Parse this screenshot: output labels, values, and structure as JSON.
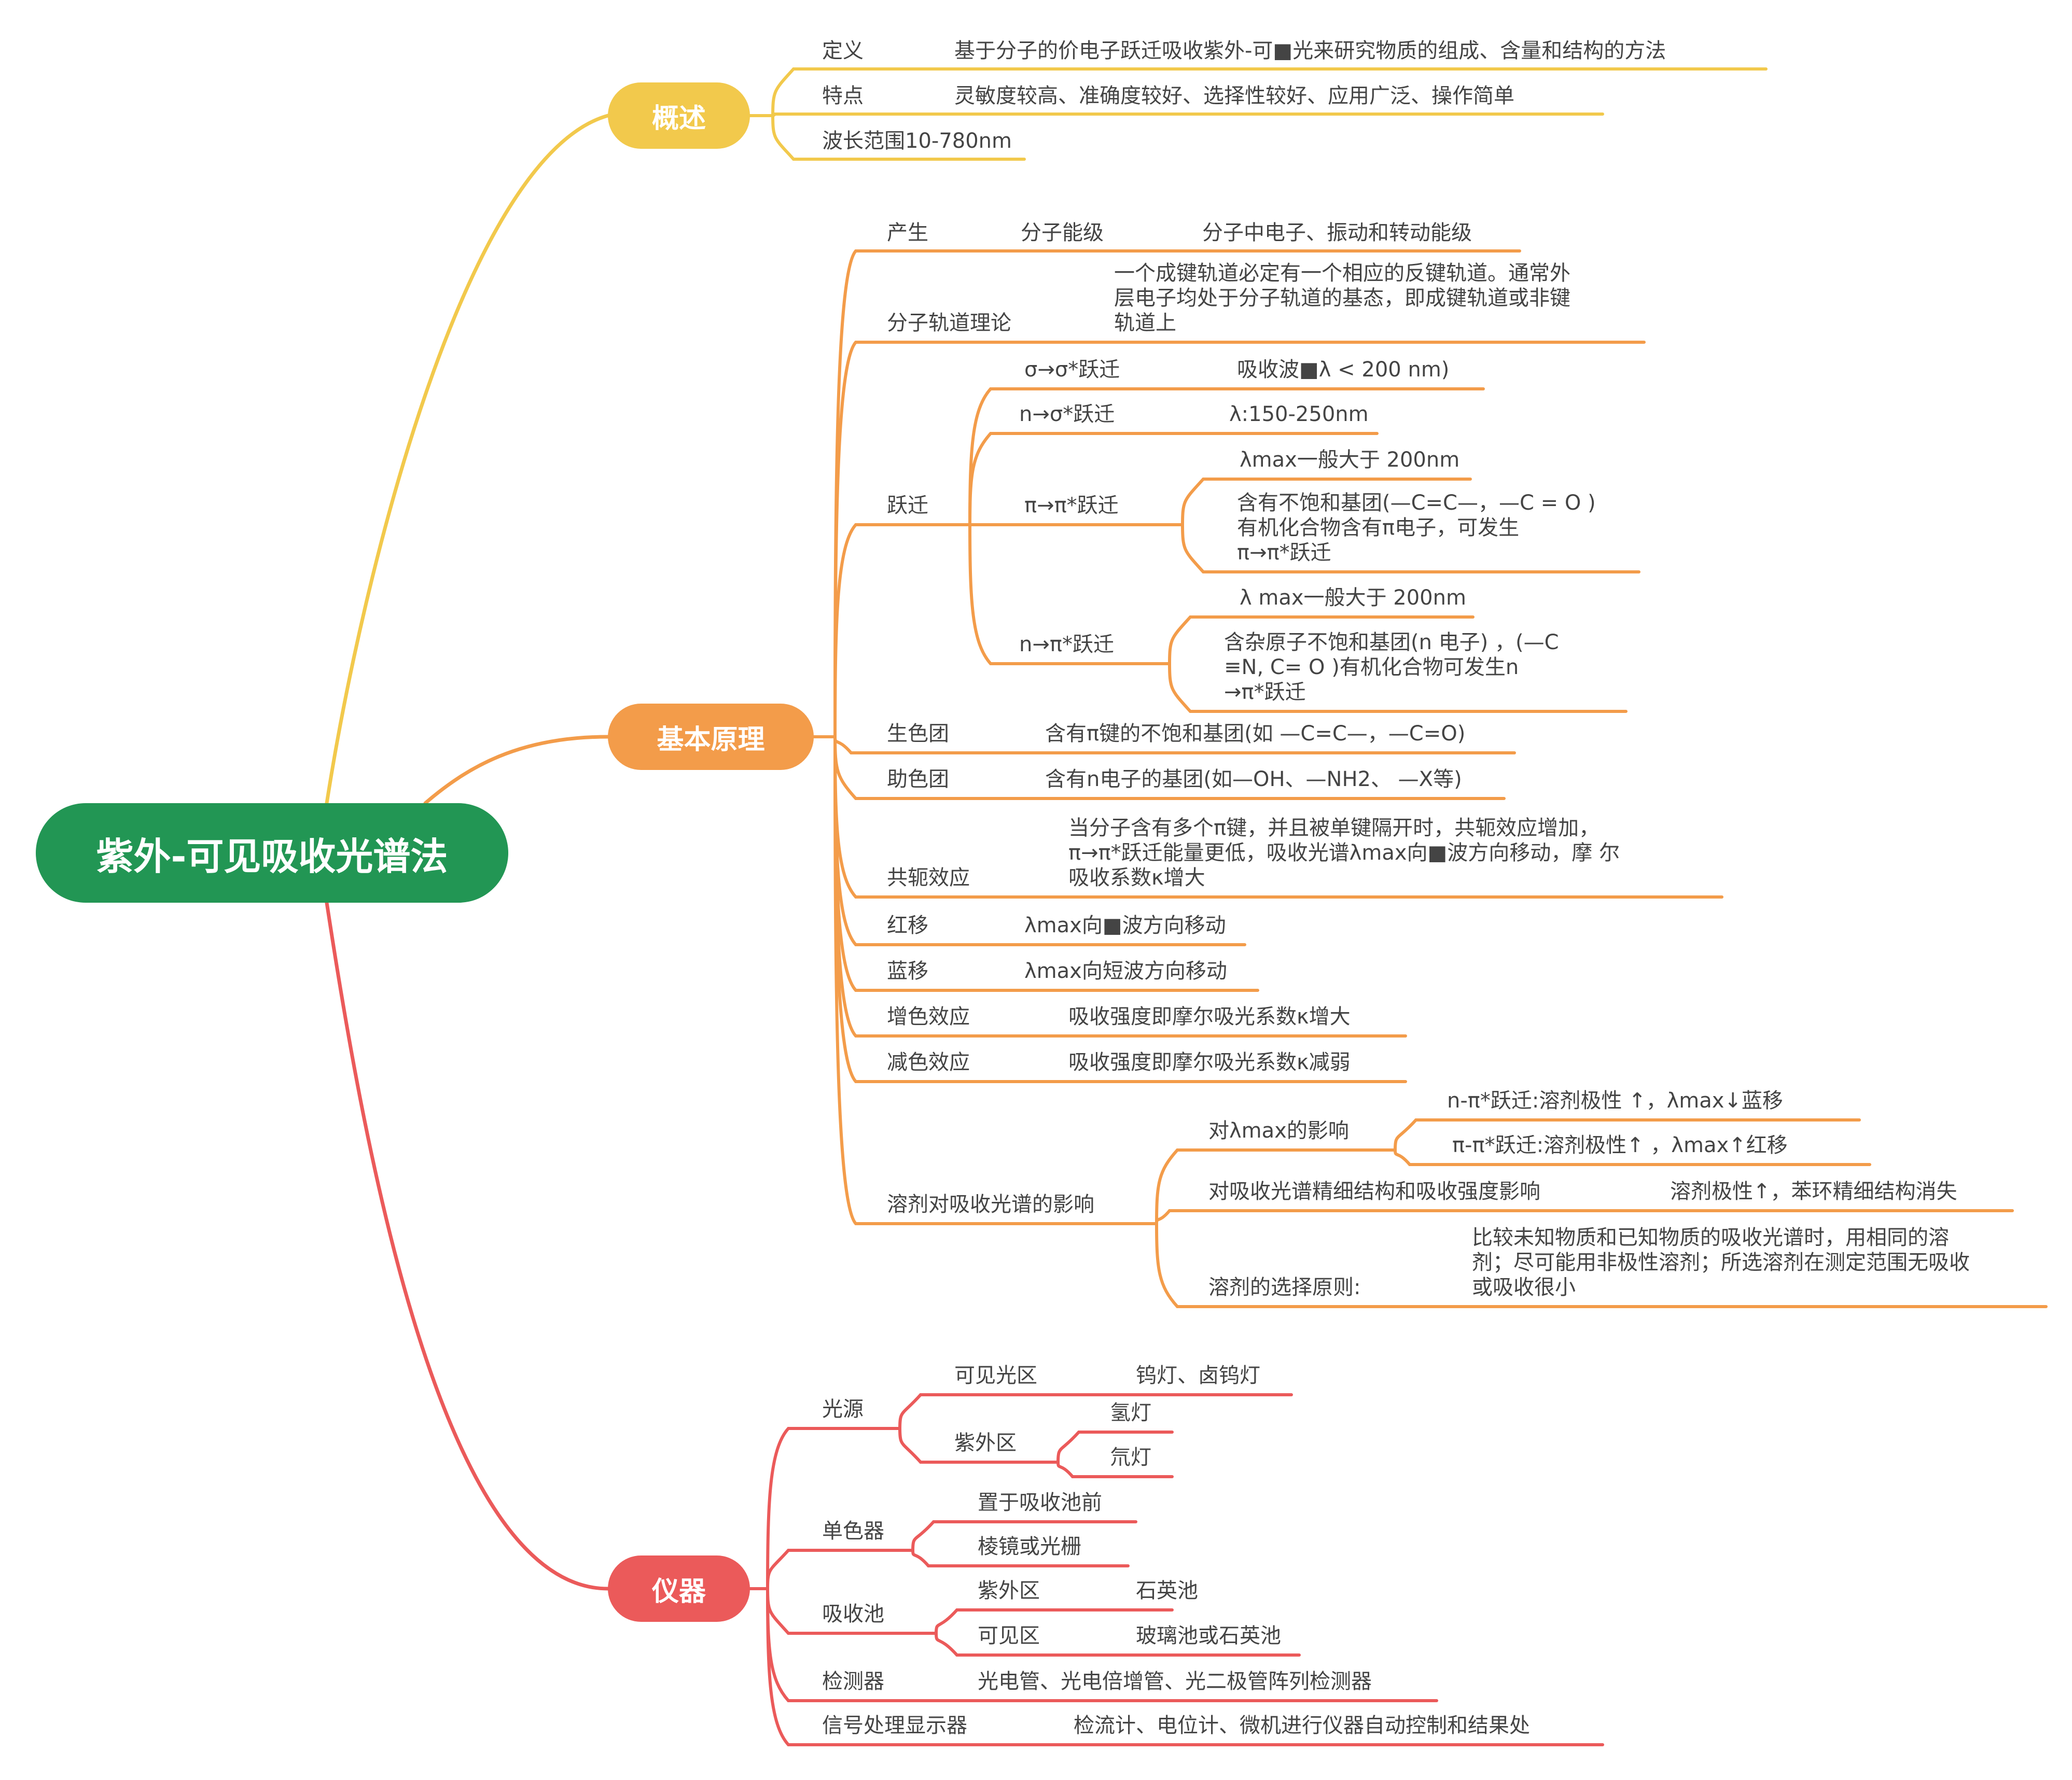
{
  "colors": {
    "root": "#229654",
    "yellow": "#f2c94c",
    "orange": "#f39c4a",
    "red": "#eb5a5a",
    "text": "#444444"
  },
  "root": {
    "label": "紫外-可见吸收光谱法"
  },
  "overview": {
    "label": "概述",
    "items": [
      {
        "label": "定义",
        "value": "基于分子的价电子跃迁吸收紫外-可■光来研究物质的组成、含量和结构的方法"
      },
      {
        "label": "特点",
        "value": "灵敏度较高、准确度较好、选择性较好、应用广泛、操作简单"
      },
      {
        "label": "波长范围10-780nm"
      }
    ]
  },
  "principle": {
    "label": "基本原理",
    "origin": {
      "label": "产生",
      "sub": "分子能级",
      "value": "分子中电子、振动和转动能级"
    },
    "orbital": {
      "label": "分子轨道理论",
      "value": [
        "一个成键轨道必定有一个相应的反键轨道。通常外",
        "层电子均处于分子轨道的基态，即成键轨道或非键",
        "轨道上"
      ]
    },
    "transition": {
      "label": "跃迁",
      "items": [
        {
          "label": "σ→σ*跃迁",
          "value": "吸收波■λ < 200 nm)"
        },
        {
          "label": "n→σ*跃迁",
          "value": "λ:150-250nm"
        },
        {
          "label": "π→π*跃迁",
          "values": [
            [
              "λmax一般大于 200nm"
            ],
            [
              "含有不饱和基团(—C=C—，—C = O )",
              "有机化合物含有π电子，可发生",
              "π→π*跃迁"
            ]
          ]
        },
        {
          "label": "n→π*跃迁",
          "values": [
            [
              "λ max一般大于 200nm"
            ],
            [
              "含杂原子不饱和基团(n 电子) ，(—C",
              "≡N, C= O )有机化合物可发生n",
              "→π*跃迁"
            ]
          ]
        }
      ]
    },
    "rows": [
      {
        "label": "生色团",
        "value": [
          "含有π键的不饱和基团(如 —C=C—，—C=O)"
        ]
      },
      {
        "label": "助色团",
        "value": [
          "含有n电子的基团(如—OH、—NH2、 —X等)"
        ]
      },
      {
        "label": "共轭效应",
        "value": [
          "当分子含有多个π键，并且被单键隔开时，共轭效应增加，",
          "π→π*跃迁能量更低，吸收光谱λmax向■波方向移动，摩 尔",
          "吸收系数κ增大"
        ]
      },
      {
        "label": "红移",
        "value": [
          "λmax向■波方向移动"
        ]
      },
      {
        "label": "蓝移",
        "value": [
          "λmax向短波方向移动"
        ]
      },
      {
        "label": "增色效应",
        "value": [
          "吸收强度即摩尔吸光系数κ增大"
        ]
      },
      {
        "label": "减色效应",
        "value": [
          "吸收强度即摩尔吸光系数κ减弱"
        ]
      }
    ],
    "solvent": {
      "label": "溶剂对吸收光谱的影响",
      "lambda": {
        "label": "对λmax的影响",
        "items": [
          "n-π*跃迁:溶剂极性 ↑，λmax↓蓝移",
          "π-π*跃迁:溶剂极性↑ ，λmax↑红移"
        ]
      },
      "fine": {
        "label": "对吸收光谱精细结构和吸收强度影响",
        "value": "溶剂极性↑，苯环精细结构消失"
      },
      "choice": {
        "label": "溶剂的选择原则:",
        "value": [
          "比较未知物质和已知物质的吸收光谱时，用相同的溶",
          "剂；尽可能用非极性溶剂；所选溶剂在测定范围无吸收",
          "或吸收很小"
        ]
      }
    }
  },
  "instrument": {
    "label": "仪器",
    "source": {
      "label": "光源",
      "visible": {
        "label": "可见光区",
        "value": "钨灯、卤钨灯"
      },
      "uv": {
        "label": "紫外区",
        "items": [
          "氢灯",
          "氘灯"
        ]
      }
    },
    "mono": {
      "label": "单色器",
      "items": [
        "置于吸收池前",
        "棱镜或光栅"
      ]
    },
    "cell": {
      "label": "吸收池",
      "items": [
        {
          "label": "紫外区",
          "value": "石英池"
        },
        {
          "label": "可见区",
          "value": "玻璃池或石英池"
        }
      ]
    },
    "detector": {
      "label": "检测器",
      "value": "光电管、光电倍增管、光二极管阵列检测器"
    },
    "signal": {
      "label": "信号处理显示器",
      "value": "检流计、电位计、微机进行仪器自动控制和结果处"
    }
  }
}
